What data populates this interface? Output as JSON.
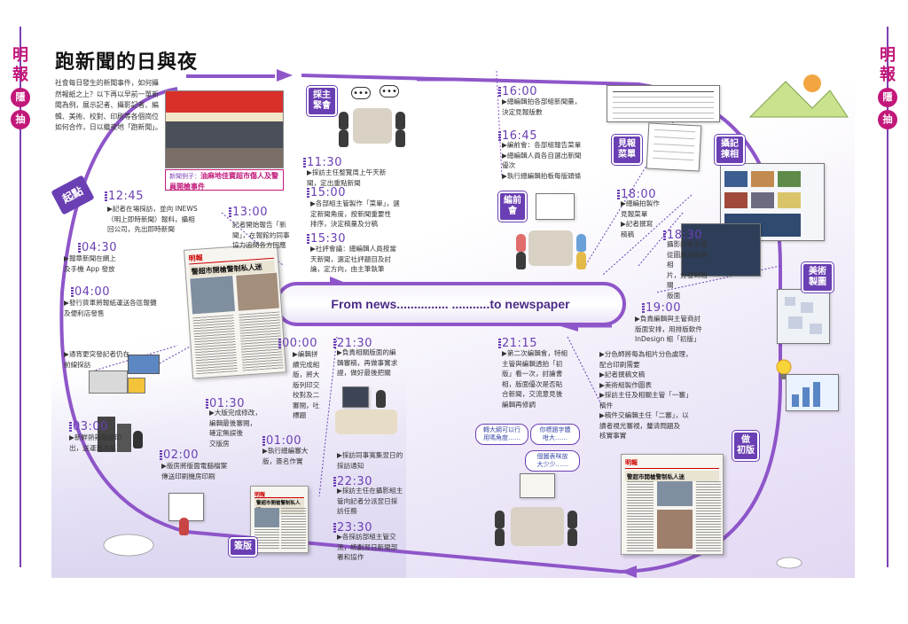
{
  "side": {
    "brand_top": "明",
    "brand_bottom": "報",
    "badge_top": "隱",
    "badge_bottom": "抽"
  },
  "title": "跑新聞的日與夜",
  "intro": "社會每日發生的新聞事件，如何攝然報紙之上？以下再以早前一單新聞為例，展示記者、攝影記者、編輯、美術、校對、印刷等各個崗位如何合作，日以繼夜地「跑新聞」。",
  "photo_caption": {
    "lead": "新聞例子：",
    "text": "油麻地佳寶超市傷人及警員開槍事件"
  },
  "qidian": "起點",
  "banner": {
    "left": "From news...............",
    "right": "...........to newspaper"
  },
  "timeline": [
    {
      "time": "12:45",
      "lines": [
        "▶記者在場採訪，並向 INEWS",
        "（明上即時新聞）報料，攝相",
        "回公司，先出即時新聞"
      ]
    },
    {
      "time": "13:00",
      "lines": [
        "記者開始報告「新",
        "聞」，在報館的同事",
        "協力追問各方回應"
      ]
    },
    {
      "time": "04:30",
      "lines": [
        "▶報章新聞在網上",
        "及手機 App 發放"
      ]
    },
    {
      "time": "04:00",
      "lines": [
        "▶發行貨車將報紙運送各區報攤",
        "及便利店發售"
      ]
    },
    {
      "time": "",
      "lines": [
        "▶通宵更突發記者仍在",
        "前線採訪"
      ]
    },
    {
      "time": "03:00",
      "lines": [
        "▶新鮮熱辣報紙印",
        "出，送運進本紙"
      ]
    },
    {
      "time": "02:00",
      "lines": [
        "▶版房將版面電腦檔案",
        "傳送印刷機房印刷"
      ]
    },
    {
      "time": "11:30",
      "lines": [
        "▶採訪主任整覽周上午天新",
        "聞，定出重點新聞"
      ]
    },
    {
      "time": "15:00",
      "lines": [
        "▶各部組主管製作「菜單」，選",
        "定新聞角度，按新聞重要性",
        "排序，決定稿量及分稿"
      ]
    },
    {
      "time": "15:30",
      "lines": [
        "▶社評會議：總編輯人員按當",
        "天新聞，選定社評題目及討",
        "論，定方向，由主筆執筆"
      ]
    },
    {
      "time": "16:00",
      "lines": [
        "▶總編輯拍各部組新聞量，",
        "決定見報版數"
      ]
    },
    {
      "time": "16:45",
      "lines": [
        "▶編前會：各部組報告菜單",
        "▶總編輯人員各自選出新聞",
        "優次",
        "▶執行總編輯拍板每版頭條"
      ]
    },
    {
      "time": "18:00",
      "lines": [
        "▶總編拍製作",
        "見報菜單",
        "▶記者撰寫",
        "稿稿"
      ]
    },
    {
      "time": "18:30",
      "lines": [
        "攝影記者主管",
        "從圖庫選挑選相",
        "片，分發到相關",
        "版面"
      ]
    },
    {
      "time": "19:00",
      "lines": [
        "▶負責編輯與主管商討",
        "版面安排，用排版軟件",
        "InDesign 組「初版」"
      ]
    },
    {
      "time": "",
      "lines": [
        "▶分色師將每為相片分色處理，",
        "配合印刷需要",
        "▶記者撰稿文稿",
        "▶美術組製作圖表",
        "▶採訪主任及相關主管「一審」",
        "稿件",
        "▶稿件交編輯主任「二審」，以",
        "讀者視光審視，釐清問題及",
        "核實事實"
      ]
    },
    {
      "time": "21:15",
      "lines": [
        "▶第二次編輯會，特組",
        "主管與編輯透拍「初",
        "版」看一次，討論書",
        "相，版面優次是否貼",
        "合新聞，交流意見後",
        "編輯再修調"
      ]
    },
    {
      "time": "21:30",
      "lines": [
        "▶負責相關版面的編",
        "輯審稿，再做事實求",
        "證，做好最後把關"
      ]
    },
    {
      "time": "",
      "lines": [
        "▶採訪同事寬集翌日的",
        "採訪通知"
      ]
    },
    {
      "time": "22:30",
      "lines": [
        "▶採訪主任在攝影組主",
        "管向記者分派翌日採",
        "訪任務"
      ]
    },
    {
      "time": "23:30",
      "lines": [
        "▶各採訪部組主管交",
        "流，統劃翌日新聞部",
        "署和協作"
      ]
    },
    {
      "time": "00:00",
      "lines": [
        "▶編輯拼",
        "續完成組",
        "版，將大",
        "版列印交",
        "校對及二",
        "審閱，吐",
        "標題"
      ]
    },
    {
      "time": "01:30",
      "lines": [
        "▶大版完成修改，",
        "編輯最後審閱，",
        "確定無誤後",
        "交版房"
      ]
    },
    {
      "time": "01:00",
      "lines": [
        "▶執行總編審大",
        "版，簽名作實"
      ]
    }
  ],
  "badges": {
    "meeting": "採主\n緊會",
    "editorial": "編前\n會",
    "menu": "見報\n菜單",
    "photo_select": "攝記\n揀相",
    "art": "美術\n製圖",
    "first_draft": "做\n初版",
    "sign_off": "簽版"
  },
  "callouts": {
    "c1": "轉大綱可以行\n用嗎角度……",
    "c2": "你標題字體\n咁大……",
    "c3": "個圖表咪放\n大少少……"
  },
  "newspaper_headline": "警超市開槍警制私人迷",
  "newspaper_masthead": "明報",
  "small_newspaper_headline": "警超市開槍警制私人迷"
}
